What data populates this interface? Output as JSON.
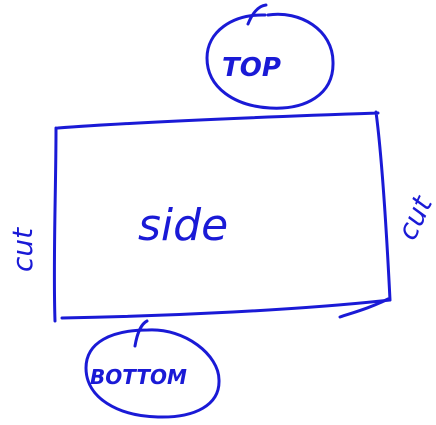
{
  "diagram": {
    "ink_color": "#1a1ad6",
    "background": "#ffffff",
    "labels": {
      "top": "TOP",
      "side": "side",
      "bottom": "BOTTOM",
      "cut_left": "cut",
      "cut_right": "cut"
    }
  }
}
